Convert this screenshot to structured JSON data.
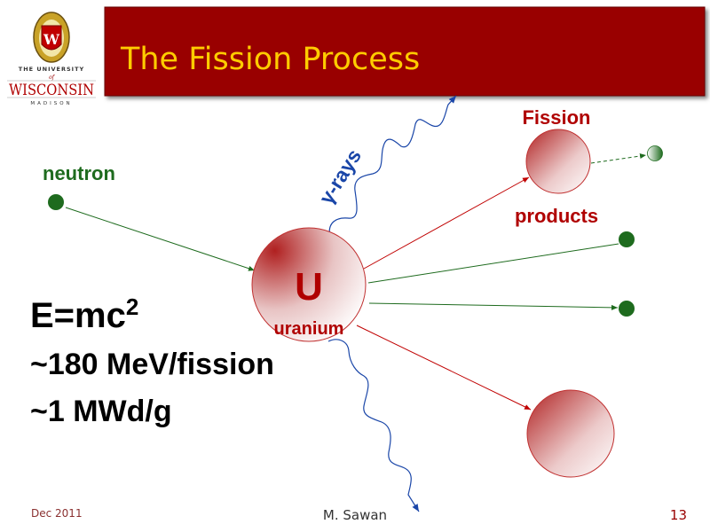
{
  "slide": {
    "title": "The Fission Process",
    "logo": {
      "crest_letter": "W",
      "line1": "THE UNIVERSITY",
      "line2": "of",
      "line3": "WISCONSIN",
      "line4": "MADISON"
    },
    "diagram": {
      "neutron_label": "neutron",
      "nucleus_symbol": "U",
      "nucleus_label": "uranium",
      "gamma_label": "γ-rays",
      "fission_label": "Fission",
      "products_label": "products"
    },
    "equations": {
      "line1_base": "E=mc",
      "line1_sup": "2",
      "line2": "~180 MeV/fission",
      "line3": "~1 MWd/g"
    },
    "footer": {
      "date": "Dec 2011",
      "author": "M. Sawan",
      "page": "13"
    },
    "colors": {
      "title_bg": "#990000",
      "title_text": "#ffcc00",
      "red_label": "#b00000",
      "neutron_green": "#1e6b1e",
      "gamma_blue": "#1a46a8"
    }
  }
}
